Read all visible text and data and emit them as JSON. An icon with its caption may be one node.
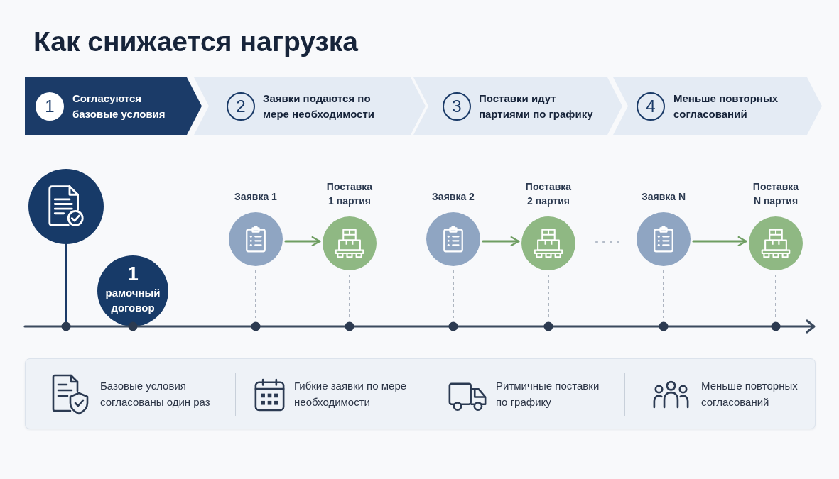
{
  "diagram": {
    "title": "Как снижается нагрузка",
    "nodes": [
      {
        "text": [
          "1",
          "Согласуются базовые условия"
        ]
      },
      {
        "text": [
          "2",
          "Заявки подаются по мере необходимости"
        ]
      },
      {
        "text": [
          "3",
          "Поставки идут партиями по графику"
        ]
      },
      {
        "text": [
          "4",
          "Меньше повторных согласований"
        ]
      },
      {
        "text": [],
        "shape": "circle"
      },
      {
        "text": [
          "1",
          "рамочный договор"
        ]
      },
      {
        "text": [
          "Заявка 1"
        ]
      },
      {
        "text": [
          "Поставка 1 партия"
        ]
      },
      {
        "text": [
          "Заявка 2"
        ]
      },
      {
        "text": [
          "Поставка 2 партия"
        ]
      },
      {
        "text": [
          "Заявка N"
        ]
      },
      {
        "text": [
          "Поставка N партия"
        ]
      },
      {
        "text": [
          "Базовые условия согласованы один раз",
          "Гибкие заявки по мере необходимости",
          "Ритмичные поставки по графику",
          "Меньше повторных согласований"
        ]
      }
    ],
    "edges": [
      {
        "from": 6,
        "to": 7,
        "arrow": "to"
      },
      {
        "from": 8,
        "to": 9,
        "arrow": "to"
      },
      {
        "from": 10,
        "to": 11,
        "arrow": "to"
      }
    ]
  }
}
